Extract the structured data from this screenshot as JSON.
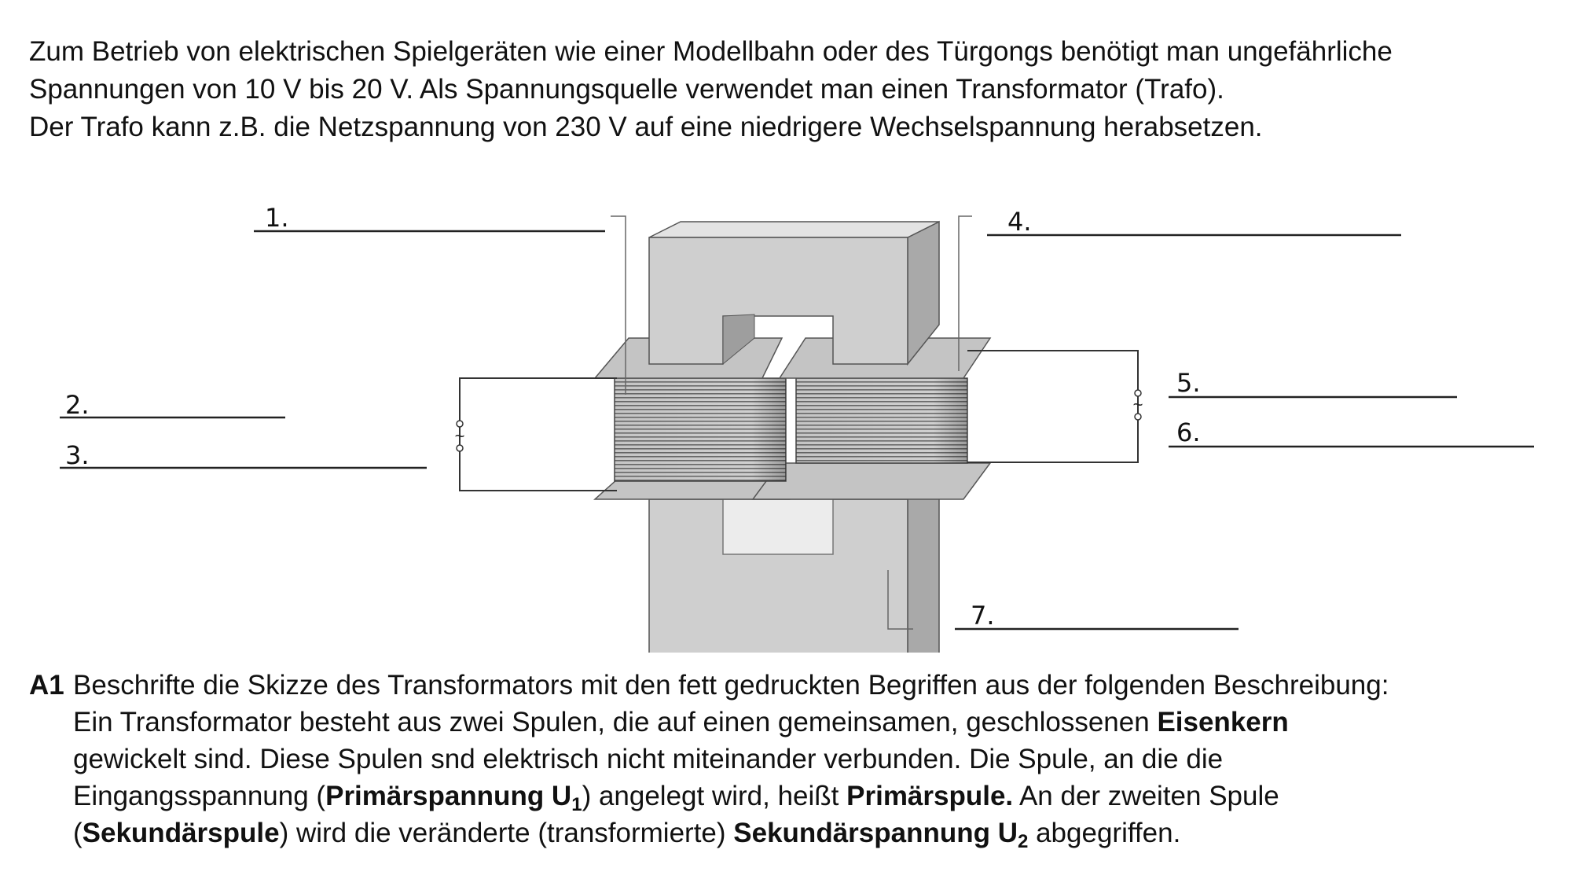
{
  "intro": {
    "line1": "Zum Betrieb von elektrischen Spielgeräten wie einer Modellbahn oder des Türgongs benötigt man ungefährliche",
    "line2": "Spannungen von 10 V bis 20 V. Als Spannungsquelle verwendet man einen Transformator (Trafo).",
    "line3": "Der Trafo kann z.B. die Netzspannung von 230 V auf eine niedrigere Wechselspannung herabsetzen."
  },
  "figure": {
    "labels": [
      "1.",
      "2.",
      "3.",
      "4.",
      "5.",
      "6.",
      "7."
    ],
    "ac_symbol": "~"
  },
  "task": {
    "label": "A1",
    "l1": "Beschrifte die Skizze des Transformators mit den fett gedruckten Begriffen aus der folgenden Beschreibung:",
    "l2a": "Ein Transformator besteht aus zwei Spulen, die auf einen gemeinsamen, geschlossenen ",
    "l2b": "Eisenkern",
    "l3": "gewickelt sind. Diese Spulen snd elektrisch nicht miteinander verbunden. Die Spule, an die die",
    "l4a": "Eingangsspannung (",
    "l4b": "Primärspannung U",
    "l4sub": "1",
    "l4c": ") angelegt wird, heißt ",
    "l4d": "Primärspule.",
    "l4e": " An der zweiten Spule",
    "l5a": "(",
    "l5b": "Sekundärspule",
    "l5c": ") wird die veränderte (transformierte) ",
    "l5d": "Sekundärspannung U",
    "l5sub": "2",
    "l5e": " abgegriffen."
  }
}
